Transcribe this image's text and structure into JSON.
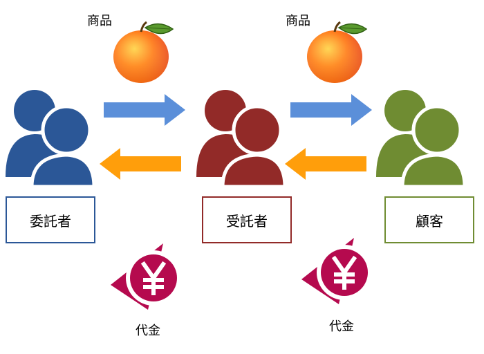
{
  "colors": {
    "consignor": "#2B5797",
    "consignee": "#922A28",
    "customer": "#6F8C32",
    "goods_arrow": "#5B8FD9",
    "payment_arrow": "#FF9E0B",
    "yen_mark": "#B50A4E"
  },
  "parties": [
    {
      "label": "委託者",
      "color_key": "consignor",
      "icon": "users-icon"
    },
    {
      "label": "受託者",
      "color_key": "consignee",
      "icon": "users-icon"
    },
    {
      "label": "顧客",
      "color_key": "customer",
      "icon": "users-icon"
    }
  ],
  "flows": [
    {
      "goods_label": "商品",
      "goods_icon": "apple-icon",
      "payment_label": "代金",
      "payment_icon": "yen-icon"
    },
    {
      "goods_label": "商品",
      "goods_icon": "apple-icon",
      "payment_label": "代金",
      "payment_icon": "yen-icon"
    }
  ]
}
